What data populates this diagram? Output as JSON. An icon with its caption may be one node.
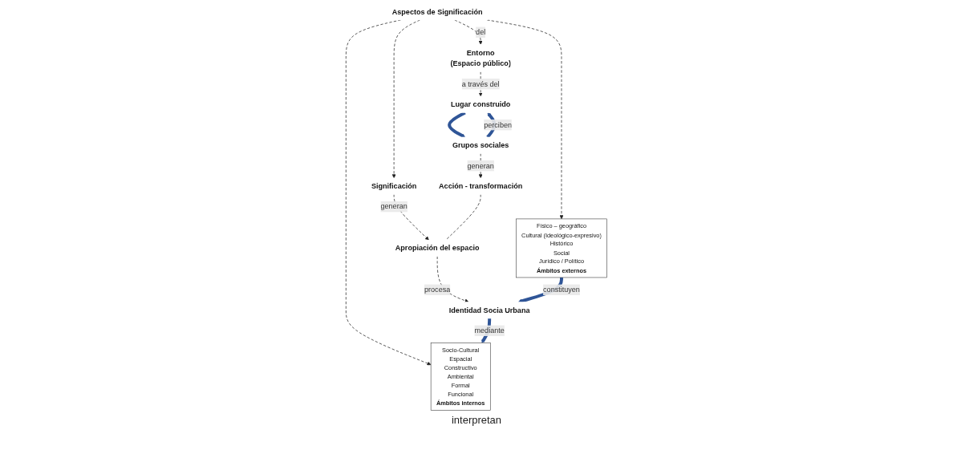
{
  "diagram": {
    "nodes": [
      {
        "text": [
          "Socio-Cultural",
          "Espacial",
          "Constructivo",
          "Ambiental",
          "Formal",
          "Funcional",
          "Ámbitos internos"
        ]
      },
      {
        "text": [
          "Físico – geográfico",
          "Cultural (Ideológico-expresivo)",
          "Histórico",
          "Social",
          "Jurídico / Político",
          "Ámbitos externos"
        ]
      },
      {
        "text": [
          "Aspectos de Significación"
        ]
      },
      {
        "text": [
          "Entorno",
          "(Espacio público)"
        ]
      },
      {
        "text": [
          "Grupos sociales"
        ]
      },
      {
        "text": [
          "Significación"
        ]
      },
      {
        "text": [
          "Lugar construido"
        ]
      },
      {
        "text": [
          "Acción - transformación"
        ]
      },
      {
        "text": [
          "Apropiación del espacio"
        ]
      },
      {
        "text": [
          "Identidad Socia Urbana"
        ]
      }
    ],
    "edges": [
      {
        "from": 2,
        "to": 0,
        "arrow": "to",
        "style": "dashed"
      },
      {
        "from": 2,
        "to": 1,
        "arrow": "to",
        "style": "dashed"
      },
      {
        "from": 2,
        "to": 5,
        "arrow": "to",
        "style": "dashed"
      },
      {
        "from": 2,
        "to": 3,
        "label": "del",
        "arrow": "to",
        "style": "dashed"
      },
      {
        "from": 3,
        "to": 6,
        "label": "a través del",
        "arrow": "to",
        "style": "dashed"
      },
      {
        "from": 4,
        "to": 6,
        "label": "perciben",
        "arrow": "to",
        "style": "thick",
        "color": "#2f5597"
      },
      {
        "from": 6,
        "to": 4,
        "arrow": "to",
        "style": "thick",
        "color": "#2f5597"
      },
      {
        "from": 4,
        "to": 7,
        "label": "generan",
        "arrow": "to",
        "style": "dashed"
      },
      {
        "from": 5,
        "to": 8,
        "label": "generan",
        "arrow": "to",
        "style": "dashed"
      },
      {
        "from": 7,
        "to": 8,
        "arrow": "none",
        "style": "dashed"
      },
      {
        "from": 8,
        "to": 9,
        "label": "procesa",
        "arrow": "to",
        "style": "dashed"
      },
      {
        "from": 9,
        "to": 0,
        "label": "mediante",
        "arrow": "to",
        "style": "thick",
        "color": "#2f5597"
      },
      {
        "from": 1,
        "to": 9,
        "label": "constituyen",
        "arrow": "to",
        "style": "thick",
        "color": "#2f5597"
      }
    ],
    "labels": [
      "interpretan"
    ]
  }
}
